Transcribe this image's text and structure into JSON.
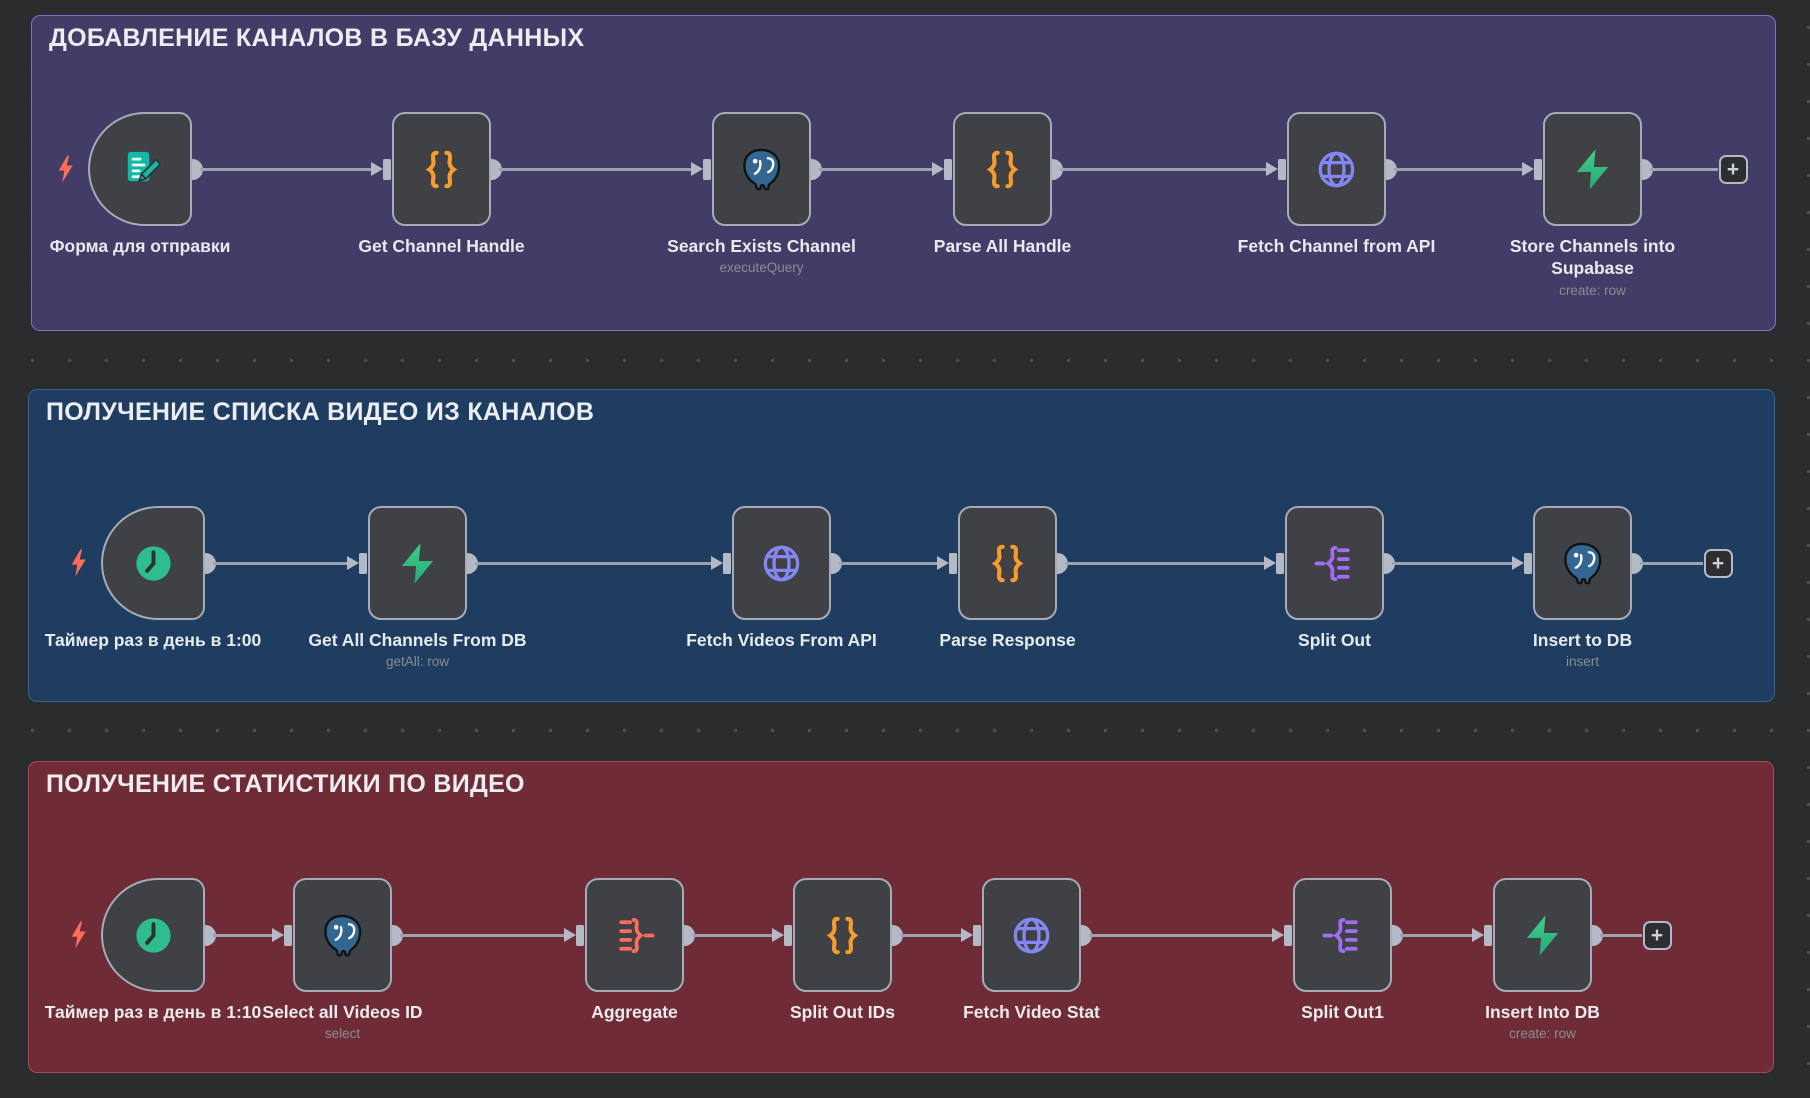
{
  "app": {
    "name": "n8n workflow canvas"
  },
  "ui": {
    "plus_label": "+"
  },
  "colors": {
    "canvas_bg": "#2b2c2e",
    "node_bg": "#3f4144",
    "node_border": "#a5acb8",
    "connector": "#9ba3af",
    "endpoint": "#b3bac5",
    "label_text": "#e8eaee",
    "subtitle_text": "#878d95",
    "title_text": "#ebedf1",
    "trigger_bolt_red": "#ff6d5a",
    "code_orange": "#f89b2d",
    "http_purple": "#8487f1",
    "supabase_green": "#3ecf8e",
    "supabase_green_dark": "#27a874",
    "postgres_blue": "#336791",
    "form_teal": "#14b8a6",
    "clock_green": "#2ebd8c",
    "split_purple": "#a06ef5",
    "aggregate_coral": "#ff6e5c"
  },
  "stickies": [
    {
      "title": "ДОБАВЛЕНИЕ КАНАЛОВ В БАЗУ ДАННЫХ",
      "fill": "#423c66",
      "border": "#7b71c9",
      "nodes": [
        {
          "label": "Форма для отправки",
          "subtitle": "",
          "icon": "form-trigger-icon",
          "kind": "trigger"
        },
        {
          "label": "Get Channel Handle",
          "subtitle": "",
          "icon": "code-icon",
          "kind": "step"
        },
        {
          "label": "Search Exists Channel",
          "subtitle": "executeQuery",
          "icon": "postgres-icon",
          "kind": "step"
        },
        {
          "label": "Parse All Handle",
          "subtitle": "",
          "icon": "code-icon",
          "kind": "step"
        },
        {
          "label": "Fetch Channel from API",
          "subtitle": "",
          "icon": "http-globe-icon",
          "kind": "step"
        },
        {
          "label": "Store Channels into Supabase",
          "subtitle": "create: row",
          "icon": "supabase-icon",
          "kind": "step"
        }
      ]
    },
    {
      "title": "ПОЛУЧЕНИЕ СПИСКА ВИДЕО ИЗ КАНАЛОВ",
      "fill": "#1e3d60",
      "border": "#35648f",
      "nodes": [
        {
          "label": "Таймер раз в день в 1:00",
          "subtitle": "",
          "icon": "clock-trigger-icon",
          "kind": "trigger"
        },
        {
          "label": "Get All Channels From DB",
          "subtitle": "getAll: row",
          "icon": "supabase-icon",
          "kind": "step"
        },
        {
          "label": "Fetch Videos From API",
          "subtitle": "",
          "icon": "http-globe-icon",
          "kind": "step"
        },
        {
          "label": "Parse Response",
          "subtitle": "",
          "icon": "code-icon",
          "kind": "step"
        },
        {
          "label": "Split Out",
          "subtitle": "",
          "icon": "split-out-icon",
          "kind": "step"
        },
        {
          "label": "Insert to DB",
          "subtitle": "insert",
          "icon": "postgres-icon",
          "kind": "step"
        }
      ]
    },
    {
      "title": "ПОЛУЧЕНИЕ СТАТИСТИКИ ПО ВИДЕО",
      "fill": "#702c36",
      "border": "#a5485a",
      "nodes": [
        {
          "label": "Таймер раз в день в 1:10",
          "subtitle": "",
          "icon": "clock-trigger-icon",
          "kind": "trigger"
        },
        {
          "label": "Select all Videos ID",
          "subtitle": "select",
          "icon": "postgres-icon",
          "kind": "step"
        },
        {
          "label": "Aggregate",
          "subtitle": "",
          "icon": "aggregate-icon",
          "kind": "step"
        },
        {
          "label": "Split Out IDs",
          "subtitle": "",
          "icon": "code-icon",
          "kind": "step"
        },
        {
          "label": "Fetch Video Stat",
          "subtitle": "",
          "icon": "http-globe-icon",
          "kind": "step"
        },
        {
          "label": "Split Out1",
          "subtitle": "",
          "icon": "split-out-icon",
          "kind": "step"
        },
        {
          "label": "Insert Into DB",
          "subtitle": "create: row",
          "icon": "supabase-icon",
          "kind": "step"
        }
      ]
    }
  ]
}
